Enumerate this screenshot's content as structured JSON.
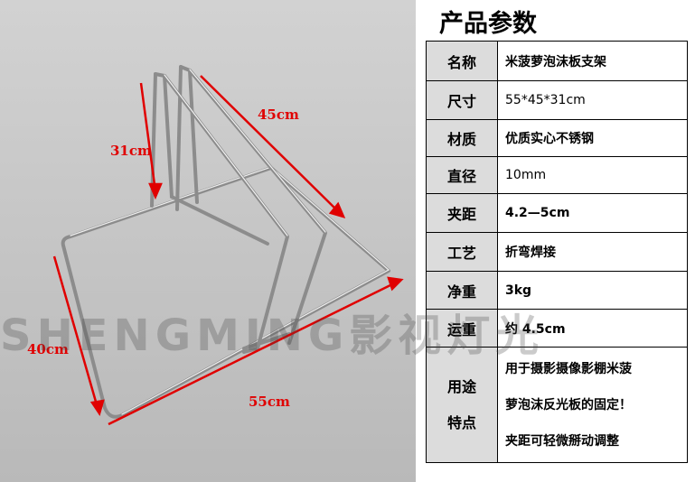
{
  "photo": {
    "dimensions": {
      "height": "31cm",
      "depth": "45cm",
      "side": "40cm",
      "width": "55cm"
    },
    "watermark": "SHENGMING影视灯光",
    "accent_color": "#e00000"
  },
  "panel": {
    "title": "产品参数",
    "rows": [
      {
        "key": "名称",
        "value": "米菠萝泡沫板支架"
      },
      {
        "key": "尺寸",
        "value": "55*45*31cm"
      },
      {
        "key": "材质",
        "value": "优质实心不锈钢"
      },
      {
        "key": "直径",
        "value": "10mm"
      },
      {
        "key": "夹距",
        "value": "4.2—5cm"
      },
      {
        "key": "工艺",
        "value": "折弯焊接"
      },
      {
        "key": "净重",
        "value": "3kg"
      },
      {
        "key": "运重",
        "value": "约 4.5cm"
      }
    ],
    "usage": {
      "key_line1": "用途",
      "key_line2": "特点",
      "lines": [
        "用于摄影摄像影棚米菠",
        "萝泡沫反光板的固定！",
        "夹距可轻微掰动调整"
      ]
    }
  }
}
